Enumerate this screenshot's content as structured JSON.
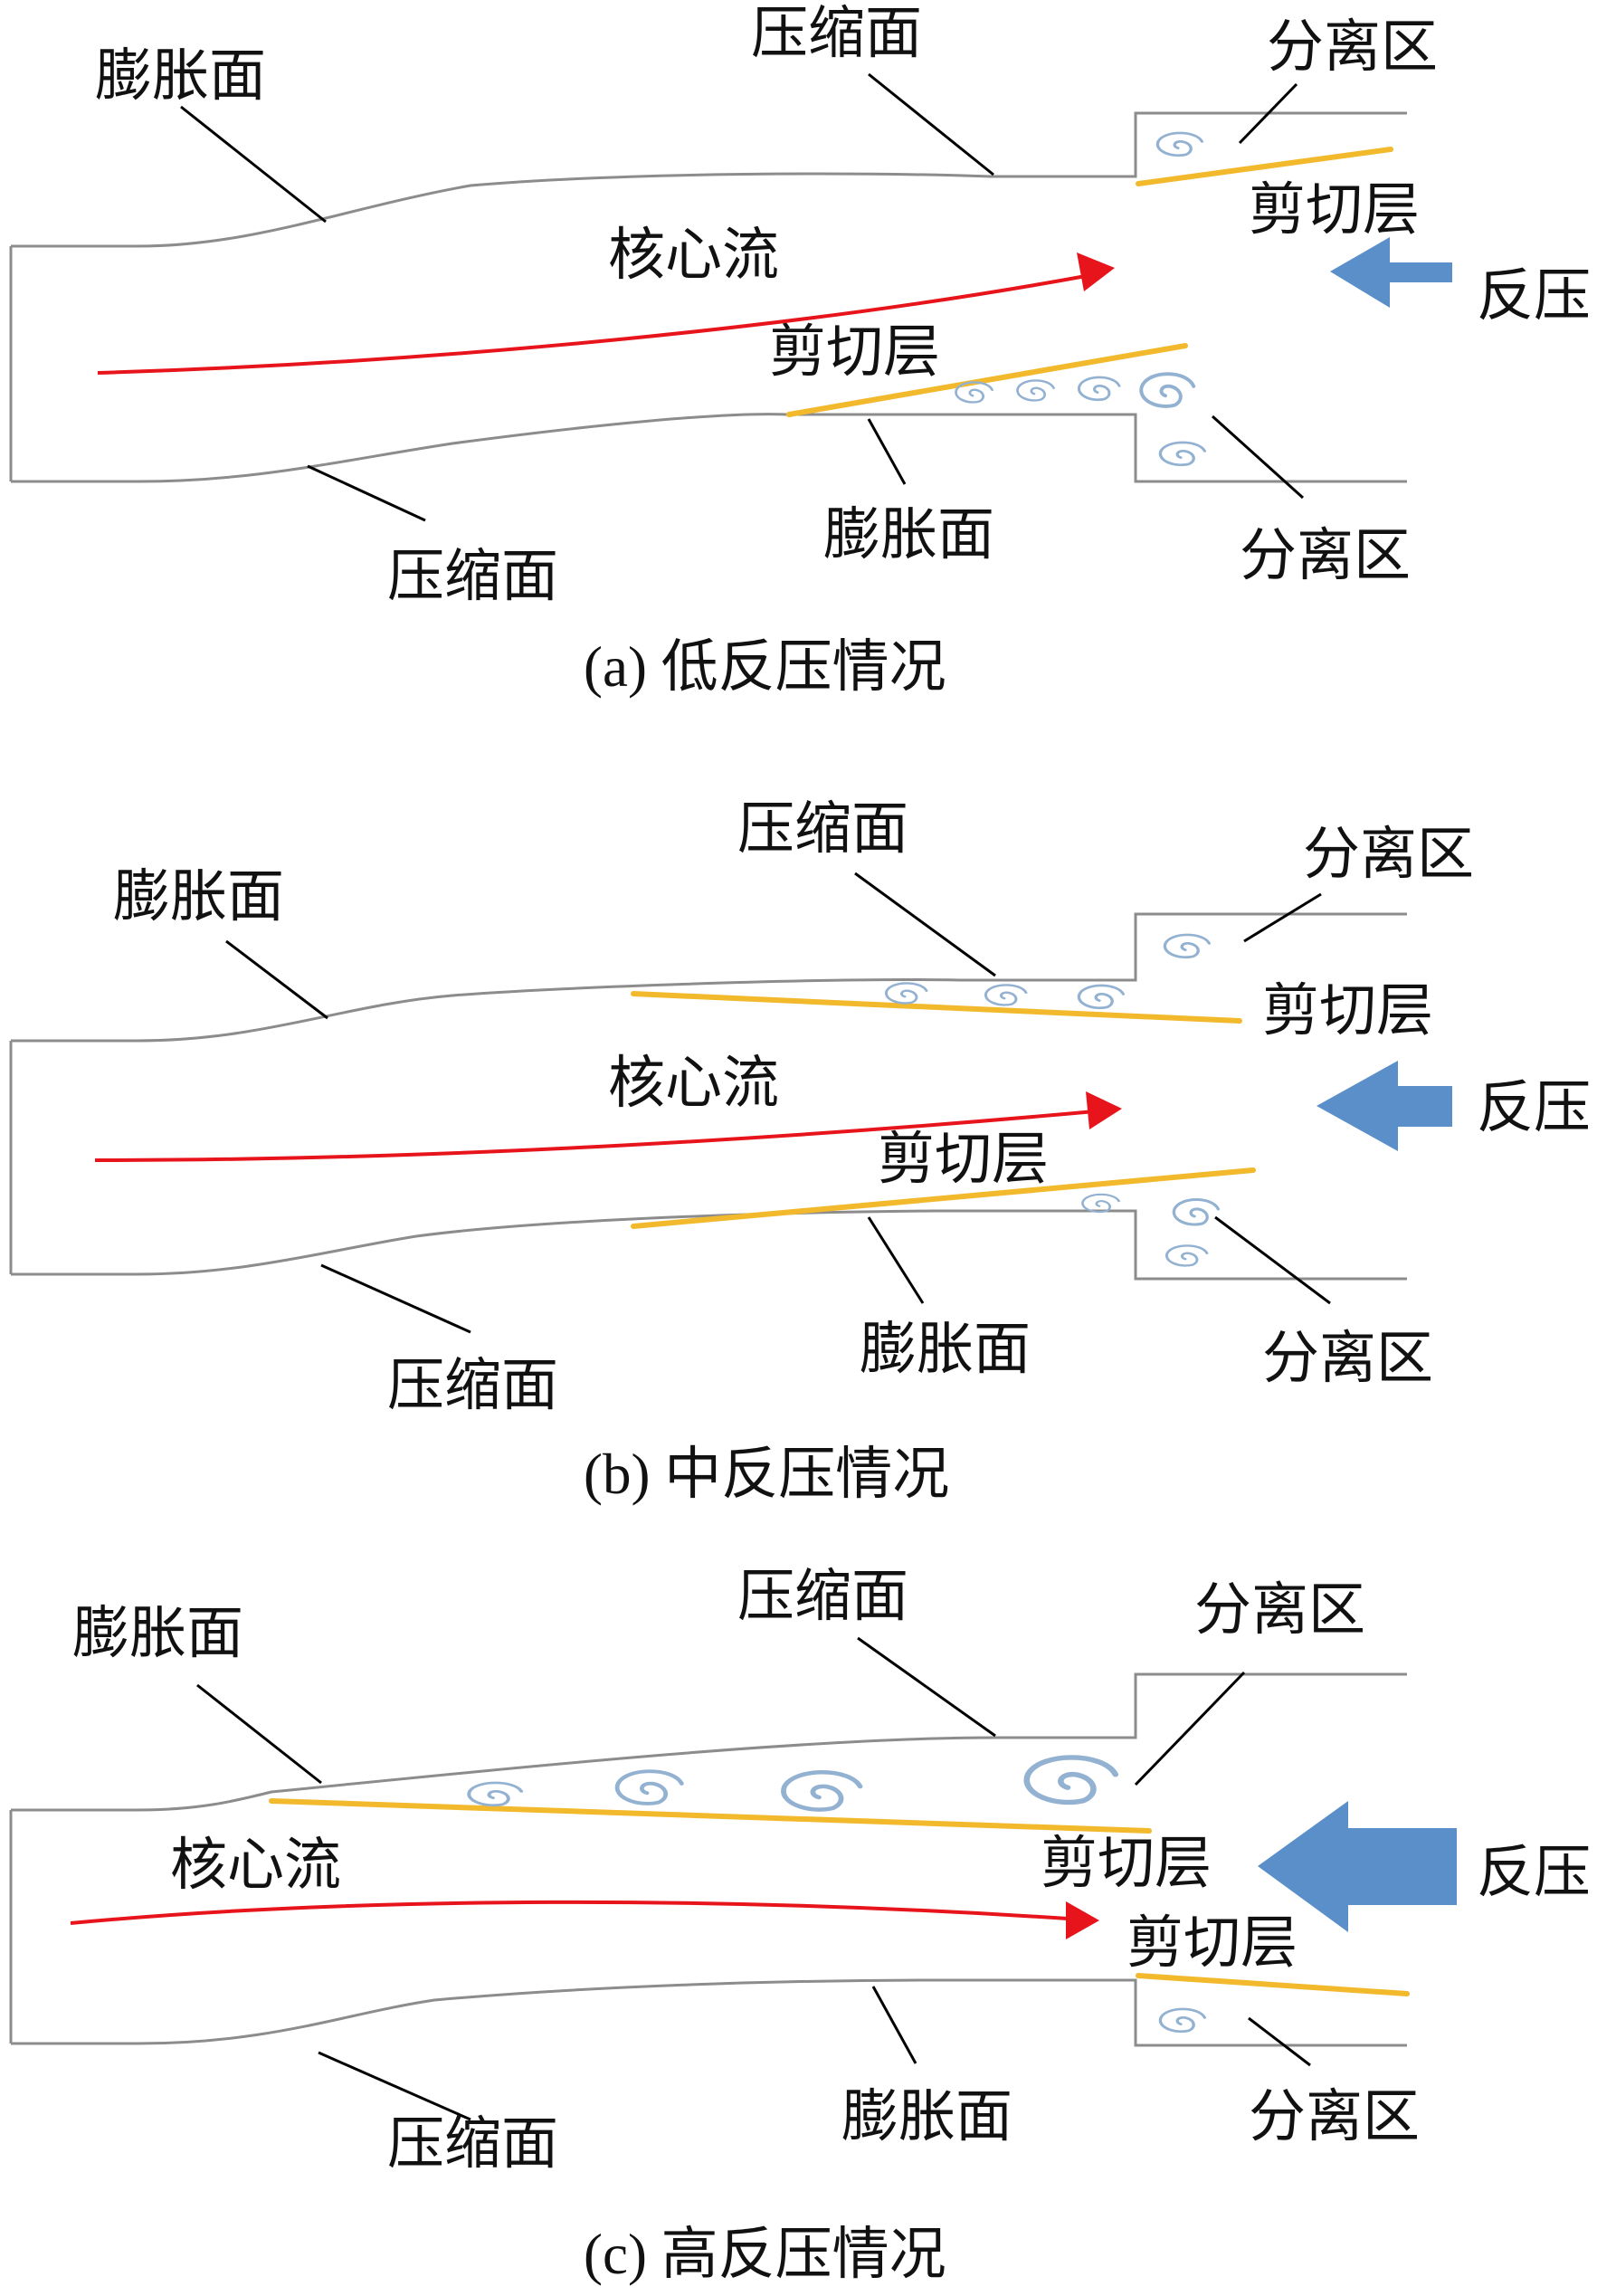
{
  "panels": [
    {
      "id": "a",
      "caption": "(a) 低反压情况",
      "labels": {
        "expansion_top": "膨胀面",
        "compression_top": "压缩面",
        "separation_top": "分离区",
        "shear_right": "剪切层",
        "core_flow": "核心流",
        "back_pressure": "反压",
        "shear_bottom": "剪切层",
        "compression_bottom": "压缩面",
        "expansion_bottom": "膨胀面",
        "separation_bottom": "分离区"
      }
    },
    {
      "id": "b",
      "caption": "(b) 中反压情况",
      "labels": {
        "expansion_top": "膨胀面",
        "compression_top": "压缩面",
        "separation_top": "分离区",
        "shear_top": "剪切层",
        "core_flow": "核心流",
        "back_pressure": "反压",
        "shear_bottom": "剪切层",
        "compression_bottom": "压缩面",
        "expansion_bottom": "膨胀面",
        "separation_bottom": "分离区"
      }
    },
    {
      "id": "c",
      "caption": "(c) 高反压情况",
      "labels": {
        "expansion_top": "膨胀面",
        "compression_top": "压缩面",
        "separation_top": "分离区",
        "shear_top": "剪切层",
        "core_flow": "核心流",
        "back_pressure": "反压",
        "shear_bottom": "剪切层",
        "compression_bottom": "压缩面",
        "expansion_bottom": "膨胀面",
        "separation_bottom": "分离区"
      }
    }
  ],
  "colors": {
    "core_flow": "#e8141b",
    "shear_layer": "#f2b92c",
    "vortex": "#93b1d1",
    "back_pressure": "#5b8fc9",
    "wall": "#8c8c8c"
  }
}
